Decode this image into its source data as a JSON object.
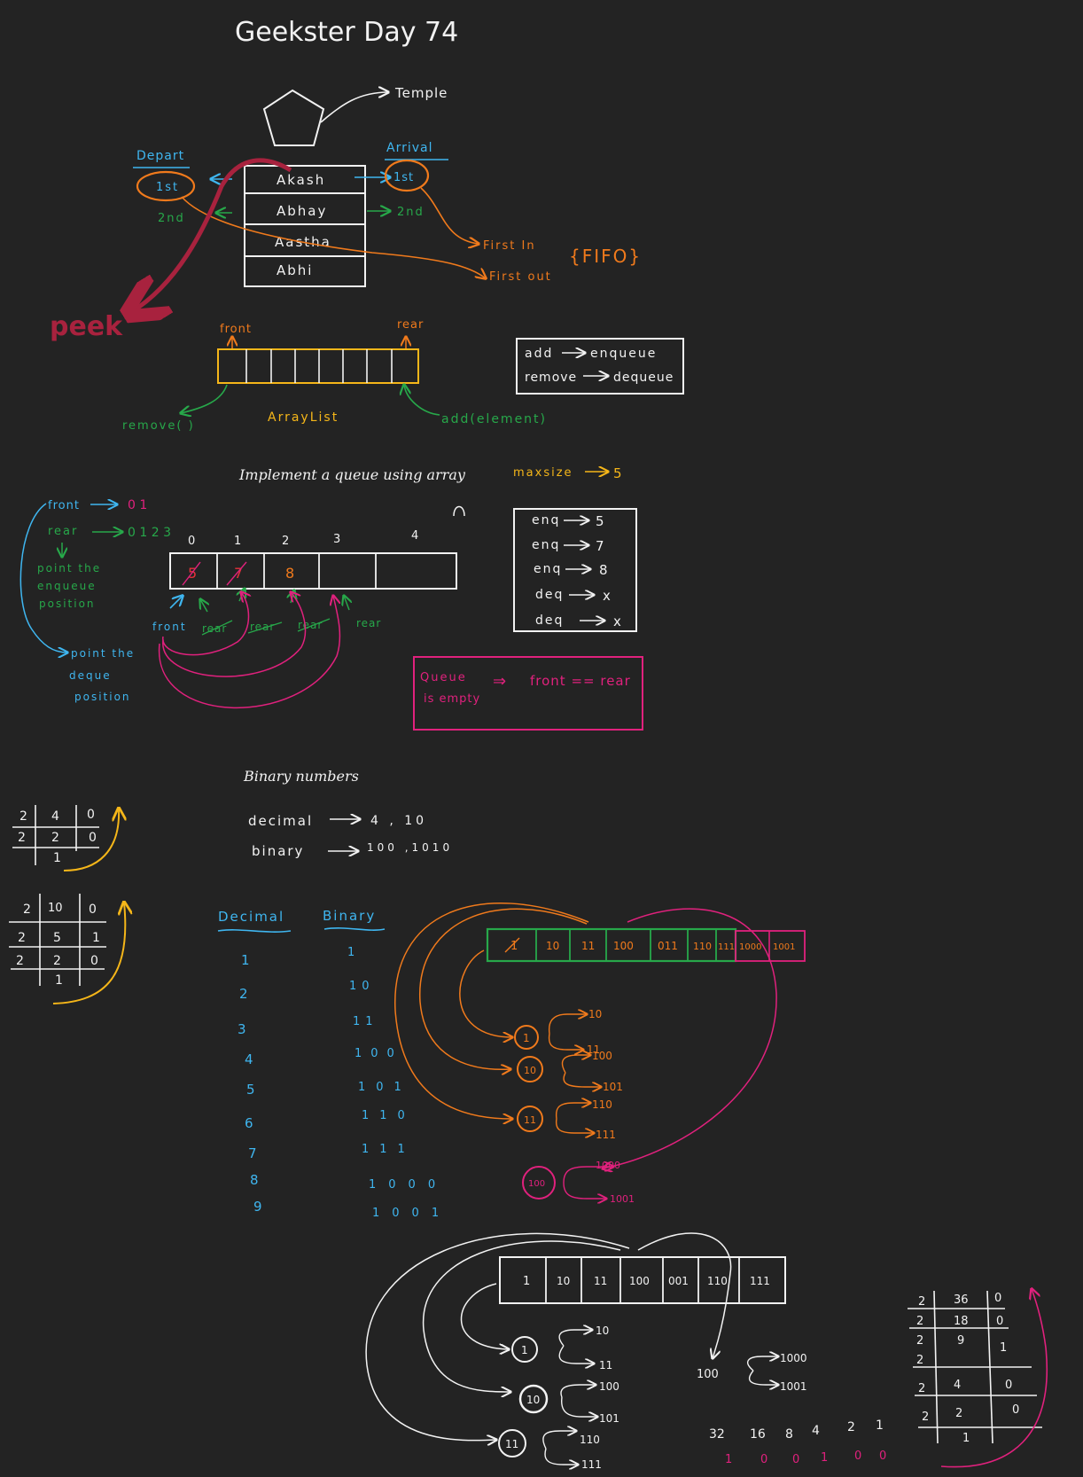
{
  "title": "Geekster Day 74",
  "colors": {
    "bg": "#232323",
    "white": "#f2f2f2",
    "blue": "#3fb6f0",
    "green": "#27a84a",
    "orange": "#f07a1c",
    "yellow": "#f5b619",
    "pink": "#e0217d",
    "crimson": "#a8223e",
    "red": "#e5313a"
  },
  "temple": {
    "label": "Temple"
  },
  "queue_people": {
    "depart_label": "Depart",
    "arrival_label": "Arrival",
    "people": [
      "Akash",
      "Abhay",
      "Aastha",
      "Abhi"
    ],
    "depart_first": "1st",
    "depart_second": "2nd",
    "arrival_first": "1st",
    "arrival_second": "2nd",
    "fifo_line1": "First In",
    "fifo_line2": "First out",
    "fifo_label": "{FIFO}",
    "peek_label": "peek"
  },
  "arraylist": {
    "front_label": "front",
    "rear_label": "rear",
    "name": "ArrayList",
    "remove_label": "remove( )",
    "add_label": "add(element)"
  },
  "ops_box": {
    "line1_op": "add",
    "line1_result": "enqueue",
    "line2_op": "remove",
    "line2_result": "dequeue"
  },
  "impl": {
    "heading": "Implement a queue using array",
    "maxsize_label": "maxsize",
    "maxsize_value": "5",
    "front_note": "front",
    "front_values": "0 1",
    "rear_note": "rear",
    "rear_values": "0 1 2 3",
    "point_enqueue": [
      "point the",
      "enqueue",
      "position"
    ],
    "point_deque": [
      "point the",
      "deque",
      "position"
    ],
    "indices": [
      "0",
      "1",
      "2",
      "3",
      "4"
    ],
    "cells": [
      "5",
      "7",
      "8",
      "",
      ""
    ],
    "front_arrow_label": "front",
    "rear_labels": [
      "rear",
      "rear",
      "rear",
      "rear"
    ],
    "ops": [
      {
        "op": "enq",
        "val": "5"
      },
      {
        "op": "enq",
        "val": "7"
      },
      {
        "op": "enq",
        "val": "8"
      },
      {
        "op": "deq",
        "val": "x"
      },
      {
        "op": "deq",
        "val": "x"
      }
    ],
    "empty_line1": "Queue",
    "empty_line2": "is empty",
    "empty_condition": "front == rear"
  },
  "binary": {
    "heading": "Binary numbers",
    "decimal_label": "decimal",
    "decimal_values": "4 , 10",
    "binary_label": "binary",
    "binary_values": "100 ,1010",
    "col_decimal": "Decimal",
    "col_binary": "Binary",
    "decimals": [
      "1",
      "2",
      "3",
      "4",
      "5",
      "6",
      "7",
      "8",
      "9"
    ],
    "binaries": [
      "1",
      "10",
      "11",
      "100",
      "101",
      "110",
      "111",
      "1000",
      "1001"
    ],
    "div4_rows": [
      [
        "2",
        "4",
        "0"
      ],
      [
        "2",
        "2",
        "0"
      ],
      [
        "",
        "1",
        ""
      ]
    ],
    "div10_rows": [
      [
        "2",
        "10",
        "0"
      ],
      [
        "2",
        "5",
        "1"
      ],
      [
        "2",
        "2",
        "0"
      ],
      [
        "",
        "1",
        ""
      ]
    ],
    "queue1_cells": [
      "1",
      "10",
      "11",
      "100",
      "011",
      "110",
      "111",
      "1000",
      "1001"
    ],
    "tree1": [
      {
        "node": "1",
        "children": [
          "10",
          "11"
        ]
      },
      {
        "node": "10",
        "children": [
          "100",
          "101"
        ]
      },
      {
        "node": "11",
        "children": [
          "110",
          "111"
        ]
      },
      {
        "node": "100",
        "children": [
          "1000",
          "1001"
        ]
      }
    ],
    "queue2_cells": [
      "1",
      "10",
      "11",
      "100",
      "001",
      "110",
      "111"
    ],
    "tree2": [
      {
        "node": "1",
        "children": [
          "10",
          "11"
        ]
      },
      {
        "node": "10",
        "children": [
          "100",
          "101"
        ]
      },
      {
        "node": "11",
        "children": [
          "110",
          "111"
        ]
      }
    ],
    "tree2_extra_node": "100",
    "tree2_extra_children": [
      "1000",
      "1001"
    ],
    "powers": [
      "32",
      "16",
      "8",
      "4",
      "2",
      "1"
    ],
    "bits": [
      "1",
      "0",
      "0",
      "1",
      "0",
      "0"
    ],
    "div36_rows": [
      [
        "2",
        "36",
        "0"
      ],
      [
        "2",
        "18",
        "0"
      ],
      [
        "2",
        "9",
        "1"
      ],
      [
        "2",
        "",
        ""
      ],
      [
        "2",
        "4",
        "0"
      ],
      [
        "2",
        "2",
        "0"
      ],
      [
        "",
        "1",
        ""
      ]
    ]
  }
}
